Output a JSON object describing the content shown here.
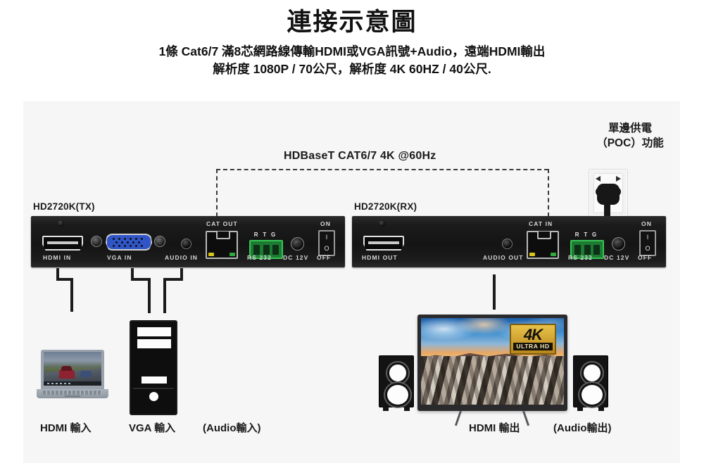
{
  "header": {
    "title": "連接示意圖",
    "subtitle_line1": "1條 Cat6/7 滿8芯網路線傳輸HDMI或VGA訊號+Audio，遠端HDMI輸出",
    "subtitle_line2": "解析度 1080P / 70公尺，解析度 4K 60HZ / 40公尺."
  },
  "link": {
    "label": "HDBaseT CAT6/7 4K @60Hz"
  },
  "poc": {
    "line1": "單邊供電",
    "line2": "（POC）功能"
  },
  "tx": {
    "name": "HD2720K(TX)",
    "ports": {
      "hdmi": "HDMI IN",
      "vga": "VGA IN",
      "audio": "AUDIO IN",
      "cat": "CAT OUT",
      "rs232": "RS 232",
      "dc": "DC 12V",
      "switch_on": "ON",
      "switch_off": "OFF",
      "term_pins": [
        "R",
        "T",
        "G"
      ],
      "rocker_on": "I",
      "rocker_off": "O"
    }
  },
  "rx": {
    "name": "HD2720K(RX)",
    "ports": {
      "hdmi": "HDMI OUT",
      "audio": "AUDIO OUT",
      "cat": "CAT IN",
      "rs232": "RS 232",
      "dc": "DC 12V",
      "switch_on": "ON",
      "switch_off": "OFF",
      "term_pins": [
        "R",
        "T",
        "G"
      ],
      "rocker_on": "I",
      "rocker_off": "O"
    }
  },
  "tv": {
    "badge_main": "4K",
    "badge_sub": "ULTRA HD"
  },
  "footers": {
    "hdmi_in": "HDMI 輸入",
    "vga_in": "VGA 輸入",
    "audio_in": "(Audio輸入)",
    "hdmi_out": "HDMI 輸出",
    "audio_out": "(Audio輸出)"
  },
  "colors": {
    "panel_bg": "#f6f6f6",
    "device_body": "#141414",
    "vga_blue": "#2f55c9",
    "terminal_green": "#1c7a32",
    "badge_gold": "#e9c24a",
    "text": "#1a1a1a"
  }
}
